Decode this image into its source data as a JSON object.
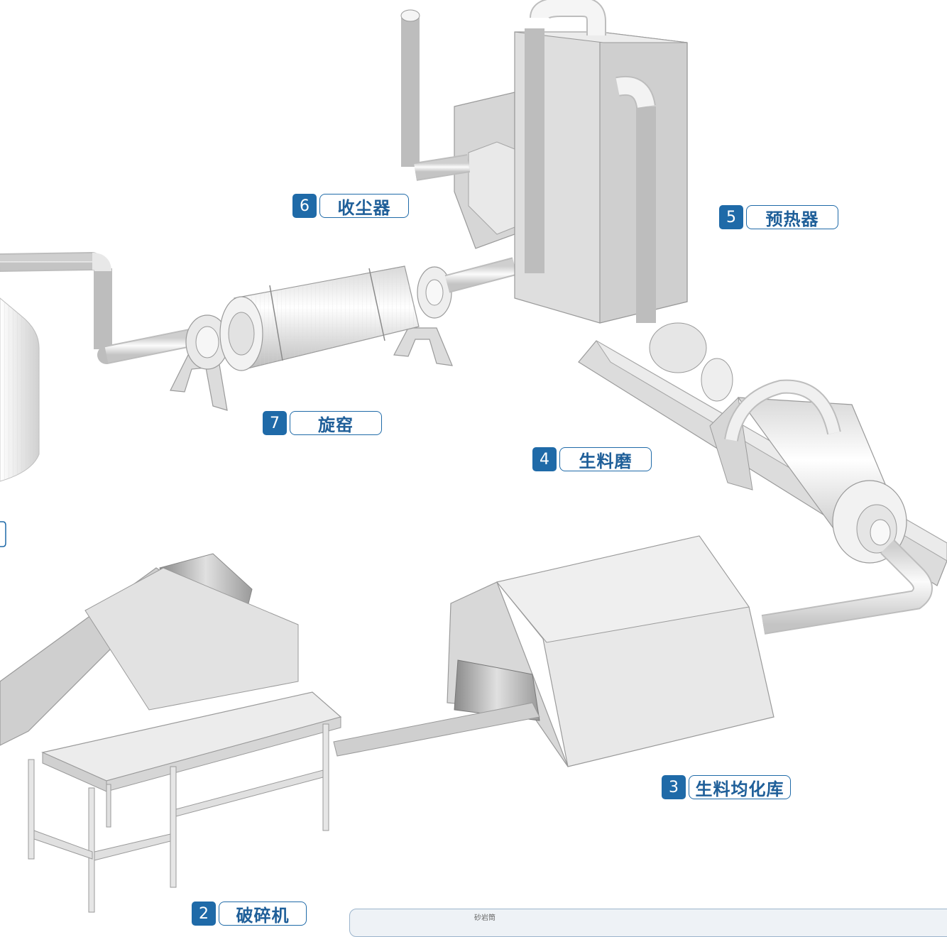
{
  "labels": [
    {
      "num": "6",
      "name": "收尘器"
    },
    {
      "num": "5",
      "name": "预热器"
    },
    {
      "num": "7",
      "name": "旋窑"
    },
    {
      "num": "4",
      "name": "生料磨"
    },
    {
      "num": "3",
      "name": "生料均化库"
    },
    {
      "num": "2",
      "name": "破碎机"
    }
  ],
  "bottom_panel": {
    "text": "砂岩筒"
  },
  "colors": {
    "label_fill": "#1f6aa8",
    "label_text": "#1f5f99",
    "equipment_light": "#f2f2f2",
    "equipment_mid": "#d9d9d9",
    "equipment_dark": "#b3b3b3"
  }
}
